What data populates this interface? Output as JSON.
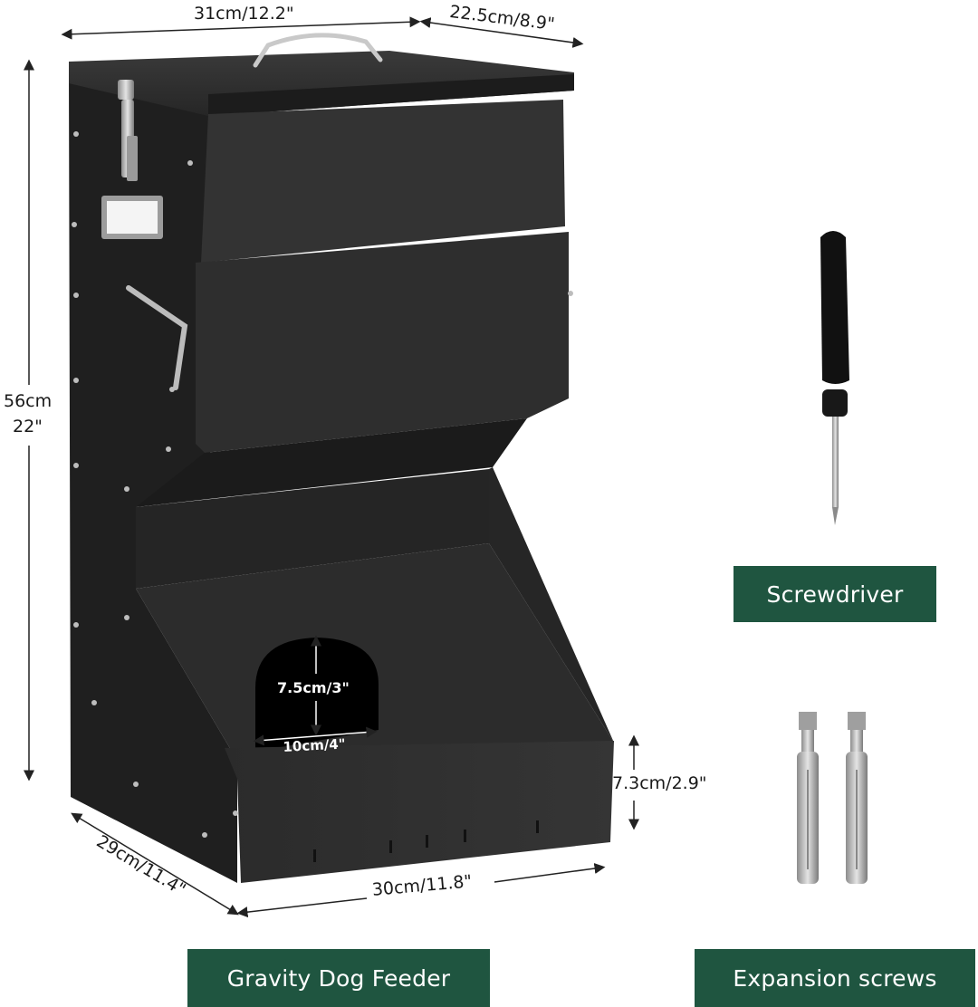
{
  "product": {
    "name": "Gravity Dog Feeder",
    "body_color": "#2a2a2a",
    "label_color": "#1f5540"
  },
  "dimensions": {
    "top_width": "31cm/12.2\"",
    "top_depth": "22.5cm/8.9\"",
    "height_cm": "56cm",
    "height_in": "22\"",
    "tray_height": "7.3cm/2.9\"",
    "base_depth": "29cm/11.4\"",
    "base_width": "30cm/11.8\"",
    "opening_height": "7.5cm/3\"",
    "opening_width": "10cm/4\""
  },
  "accessories": [
    {
      "label": "Screwdriver",
      "icon": "screwdriver-icon"
    },
    {
      "label": "Expansion screws",
      "icon": "expansion-screw-icon"
    }
  ]
}
